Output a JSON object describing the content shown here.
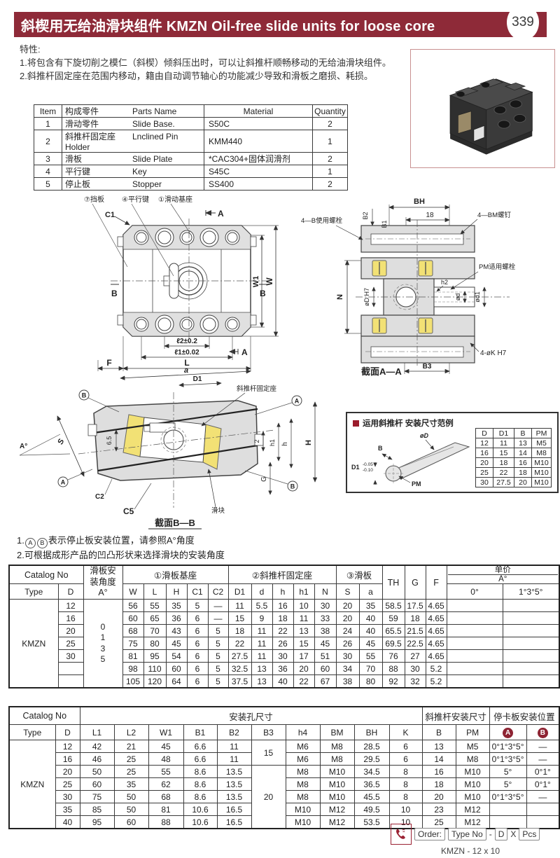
{
  "page": {
    "number": "339",
    "title": "斜楔用无给油滑块组件 KMZN  Oil-free slide units for loose core",
    "accent_color": "#8E2A38"
  },
  "features": {
    "heading": "特性:",
    "line1": "1.将包含有下旋切削之模仁（斜楔）倾斜压出时，可以让斜推杆顺畅移动的无给油滑块组件。",
    "line2": "2.斜推杆固定座在范围内移动，籍由自动调节轴心的功能减少导致和滑板之磨损、耗损。"
  },
  "parts_table": {
    "headers": {
      "item": "Item",
      "name_zh": "构成零件",
      "name_en": "Parts Name",
      "material": "Material",
      "quantity": "Quantity"
    },
    "rows": [
      {
        "item": "1",
        "zh": "滑动零件",
        "en": "Slide Base.",
        "material": "S50C",
        "qty": "2"
      },
      {
        "item": "2",
        "zh": "斜推杆固定座",
        "en": "Lnclined Pin Holder",
        "material": "KMM440",
        "qty": "1"
      },
      {
        "item": "3",
        "zh": "滑板",
        "en": "Slide Plate",
        "material": "*CAC304+固体润滑剂",
        "qty": "2"
      },
      {
        "item": "4",
        "zh": "平行键",
        "en": "Key",
        "material": "S45C",
        "qty": "1"
      },
      {
        "item": "5",
        "zh": "停止板",
        "en": "Stopper",
        "material": "SS400",
        "qty": "2"
      }
    ]
  },
  "drawing_plan": {
    "callout_7": "⑦挡板",
    "callout_4": "④平行键",
    "callout_1": "①滑动基座",
    "c1": "C1",
    "a": "A",
    "b": "B",
    "w1": "W1",
    "w": "W",
    "l2": "ℓ2±0.2",
    "l1": "ℓ1±0.02",
    "f": "F",
    "l": "L"
  },
  "drawing_section_a": {
    "title": "截面A—A",
    "bh": "BH",
    "dim18": "18",
    "b2": "B2",
    "b1": "B1",
    "bolt_b": "4—B使用螺栓",
    "bm": "4—BM螺钉",
    "pm": "PM适用螺栓",
    "n": "N",
    "dh7": "øD H7",
    "h2": "h2",
    "d": "ød",
    "d1": "ød1",
    "k": "4-øK H7",
    "b3": "B3"
  },
  "drawing_section_b": {
    "title": "截面B—B",
    "a": "a",
    "d1": "D1",
    "holder": "斜推杆固定座",
    "slide": "滑块",
    "s": "S",
    "angle": "A°",
    "dim65": "6.5",
    "dim2": "2",
    "h1": "h1",
    "h": "h",
    "H": "H",
    "g": "G",
    "c2": "C2",
    "c5": "C5",
    "mark_a": "A",
    "mark_b": "B"
  },
  "pin_example": {
    "title": "运用斜推杆 安装尺寸范例",
    "label_d": "øD",
    "label_b": "B",
    "label_d1": "D1",
    "tol_upper": "-0.05",
    "tol_lower": "-0.10",
    "label_pm": "PM",
    "headers": [
      "D",
      "D1",
      "B",
      "PM"
    ],
    "rows": [
      [
        "12",
        "11",
        "13",
        "M5"
      ],
      [
        "16",
        "15",
        "14",
        "M8"
      ],
      [
        "20",
        "18",
        "16",
        "M10"
      ],
      [
        "25",
        "22",
        "18",
        "M10"
      ],
      [
        "30",
        "27.5",
        "20",
        "M10"
      ]
    ]
  },
  "notes": {
    "line1_prefix": "1.",
    "line1_a": "A",
    "line1_b": "B",
    "line1_rest": "表示停止板安装位置，请参照A°角度",
    "line2": "2.可根据成形产品的凹凸形状来选择滑块的安装角度"
  },
  "spec_table": {
    "h_catalog": "Catalog No",
    "h_angle": "滑板安\n装角度\nA°",
    "h_base": "①滑板基座",
    "h_holder": "②斜推杆固定座",
    "h_plate": "③滑板",
    "h_th": "TH",
    "h_g": "G",
    "h_f": "F",
    "h_price": "单价",
    "h_price_a": "A°",
    "h_type": "Type",
    "h_d": "D",
    "cols": [
      "W",
      "L",
      "H",
      "C1",
      "C2",
      "D1",
      "d",
      "h",
      "h1",
      "N",
      "S",
      "a"
    ],
    "h_deg0": "0°",
    "h_deg135": "1°3°5°",
    "rows": [
      [
        {
          "t": "KMZN",
          "rs": 7,
          "cls": "typ"
        },
        "12",
        {
          "t": "0\n1\n3\n5",
          "rs": 7,
          "cls": "ang"
        },
        "56",
        "55",
        "35",
        "5",
        "—",
        "11",
        "5.5",
        "16",
        "10",
        "30",
        "20",
        "35",
        "58.5",
        "17.5",
        "4.65",
        "",
        ""
      ],
      [
        "16",
        "60",
        "65",
        "36",
        "6",
        "—",
        "15",
        "9",
        "18",
        "11",
        "33",
        "20",
        "40",
        "59",
        "18",
        "4.65",
        "",
        ""
      ],
      [
        "20",
        "68",
        "70",
        "43",
        "6",
        "5",
        "18",
        "11",
        "22",
        "13",
        "38",
        "24",
        "40",
        "65.5",
        "21.5",
        "4.65",
        "",
        ""
      ],
      [
        "25",
        "75",
        "80",
        "45",
        "6",
        "5",
        "22",
        "11",
        "26",
        "15",
        "45",
        "26",
        "45",
        "69.5",
        "22.5",
        "4.65",
        "",
        ""
      ],
      [
        "30",
        "81",
        "95",
        "54",
        "6",
        "5",
        "27.5",
        "11",
        "30",
        "17",
        "51",
        "30",
        "55",
        "76",
        "27",
        "4.65",
        "",
        ""
      ],
      [
        "",
        "98",
        "110",
        "60",
        "6",
        "5",
        "32.5",
        "13",
        "36",
        "20",
        "60",
        "34",
        "70",
        "88",
        "30",
        "5.2",
        "",
        ""
      ],
      [
        "",
        "105",
        "120",
        "64",
        "6",
        "5",
        "37.5",
        "13",
        "40",
        "22",
        "67",
        "38",
        "80",
        "92",
        "32",
        "5.2",
        "",
        ""
      ]
    ]
  },
  "mount_table": {
    "h_catalog": "Catalog No",
    "h_holes": "安装孔尺寸",
    "h_pin": "斜推杆安装尺寸",
    "h_stop": "停卡板安装位置",
    "h_type": "Type",
    "h_d": "D",
    "cols": [
      "L1",
      "L2",
      "W1",
      "B1",
      "B2",
      "B3",
      "h4",
      "BM",
      "BH",
      "K",
      "B",
      "PM"
    ],
    "badge_a": "A",
    "badge_b": "B",
    "rows": [
      [
        {
          "t": "KMZN",
          "rs": 7,
          "cls": "typ"
        },
        "12",
        "42",
        "21",
        "45",
        "6.6",
        "11",
        {
          "t": "15",
          "rs": 2
        },
        "M6",
        "M8",
        "28.5",
        "6",
        "13",
        "M5",
        {
          "t": "0°1°3°5°",
          "cls": "rd"
        },
        {
          "t": "—",
          "cls": "rd"
        }
      ],
      [
        "16",
        "46",
        "25",
        "48",
        "6.6",
        "11",
        "M6",
        "M8",
        "29.5",
        "6",
        "14",
        "M8",
        {
          "t": "0°1°3°5°",
          "cls": "rd"
        },
        {
          "t": "—",
          "cls": "rd"
        }
      ],
      [
        "20",
        "50",
        "25",
        "55",
        "8.6",
        "13.5",
        {
          "t": "20",
          "rs": 5
        },
        "M8",
        "M10",
        "34.5",
        "8",
        "16",
        "M10",
        {
          "t": "5°",
          "cls": "rd"
        },
        {
          "t": "0°1°",
          "cls": "rd"
        }
      ],
      [
        "25",
        "60",
        "35",
        "62",
        "8.6",
        "13.5",
        "M8",
        "M10",
        "36.5",
        "8",
        "18",
        "M10",
        {
          "t": "5°",
          "cls": "rd"
        },
        {
          "t": "0°1°",
          "cls": "rd"
        }
      ],
      [
        "30",
        "75",
        "50",
        "68",
        "8.6",
        "13.5",
        "M8",
        "M10",
        "45.5",
        "8",
        "20",
        "M10",
        {
          "t": "0°1°3°5°",
          "cls": "rd"
        },
        {
          "t": "—",
          "cls": "rd"
        }
      ],
      [
        "35",
        "85",
        "50",
        "81",
        "10.6",
        "16.5",
        "M10",
        "M12",
        "49.5",
        "10",
        "23",
        "M12",
        "",
        ""
      ],
      [
        "40",
        "95",
        "60",
        "88",
        "10.6",
        "16.5",
        "M10",
        "M12",
        "53.5",
        "10",
        "25",
        "M12",
        "",
        ""
      ]
    ]
  },
  "footer": {
    "order": "Order:",
    "type_no": "Type No",
    "dash": "-",
    "d": "D",
    "x": "X",
    "pcs": "Pcs",
    "example": "KMZN - 12  x  10"
  }
}
